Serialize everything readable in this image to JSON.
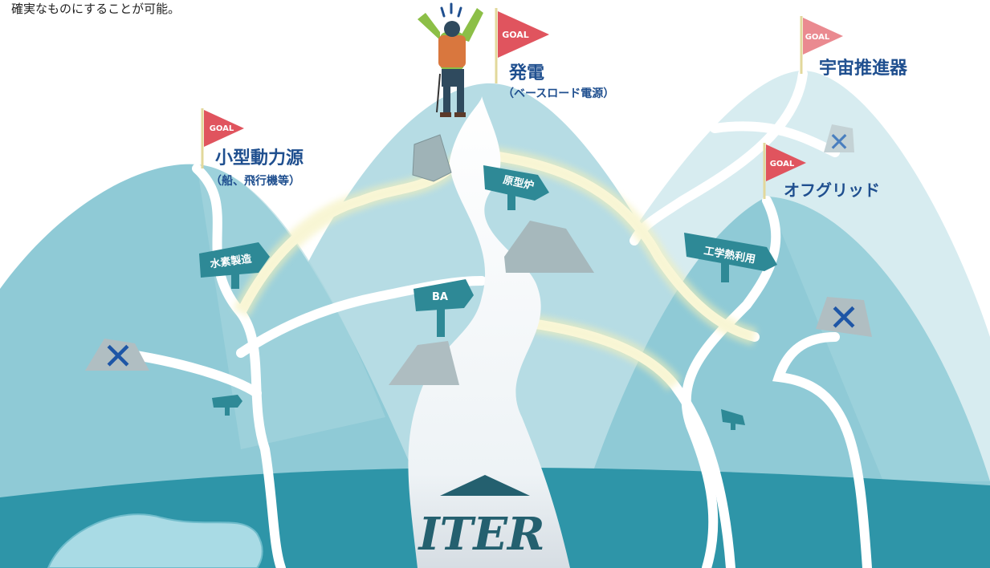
{
  "caption": "確実なものにすることが可能。",
  "base_label": "ITER",
  "goals": {
    "flag_text": "GOAL",
    "left": {
      "title": "小型動力源",
      "sub": "（船、飛行機等）"
    },
    "center": {
      "title": "発電",
      "sub": "（ベースロード電源）"
    },
    "right_far": {
      "title": "宇宙推進器"
    },
    "right": {
      "title": "オフグリッド"
    }
  },
  "signs": {
    "hydrogen": "水素製造",
    "ba": "BA",
    "prototype": "原型炉",
    "heat": "工学熱利用"
  },
  "colors": {
    "mountain_light": "#c2e3e9",
    "mountain_mid": "#8fcad6",
    "ground": "#2e95a8",
    "path": "#ffffff",
    "sign": "#2e8996",
    "flag": "#e0545e",
    "goal_text": "#1f4f8f",
    "blocked": "#1e56a6"
  }
}
